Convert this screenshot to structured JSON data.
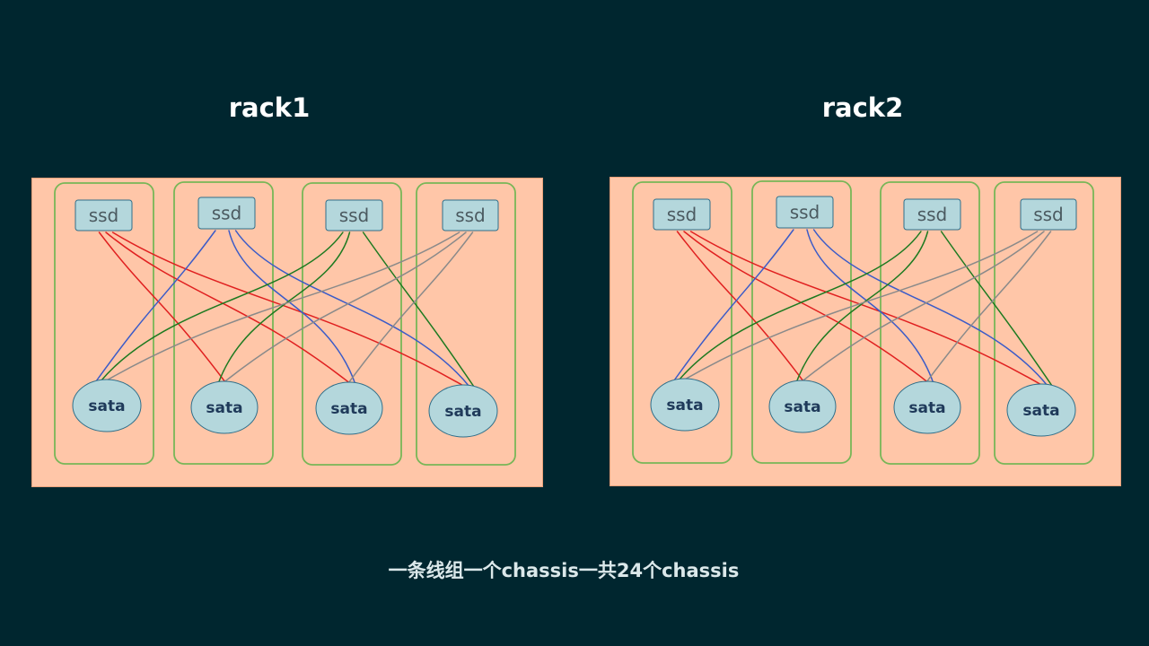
{
  "racks": [
    {
      "title": "rack1",
      "columns": [
        {
          "ssd_label": "ssd",
          "sata_label": "sata"
        },
        {
          "ssd_label": "ssd",
          "sata_label": "sata"
        },
        {
          "ssd_label": "ssd",
          "sata_label": "sata"
        },
        {
          "ssd_label": "ssd",
          "sata_label": "sata"
        }
      ]
    },
    {
      "title": "rack2",
      "columns": [
        {
          "ssd_label": "ssd",
          "sata_label": "sata"
        },
        {
          "ssd_label": "ssd",
          "sata_label": "sata"
        },
        {
          "ssd_label": "ssd",
          "sata_label": "sata"
        },
        {
          "ssd_label": "ssd",
          "sata_label": "sata"
        }
      ]
    }
  ],
  "caption": "一条线组一个chassis一共24个chassis",
  "colors": {
    "background": "#00262f",
    "rack_fill": "#ffc6a8",
    "column_border": "#78b657",
    "node_fill": "#b4d7dc",
    "node_border": "#2f6f8a",
    "cable_red": "#e02020",
    "cable_blue": "#3b5bc8",
    "cable_green": "#1d7a20",
    "cable_gray": "#8a8a8a"
  },
  "cable_colors_by_ssd": [
    "red",
    "blue",
    "green",
    "gray"
  ]
}
